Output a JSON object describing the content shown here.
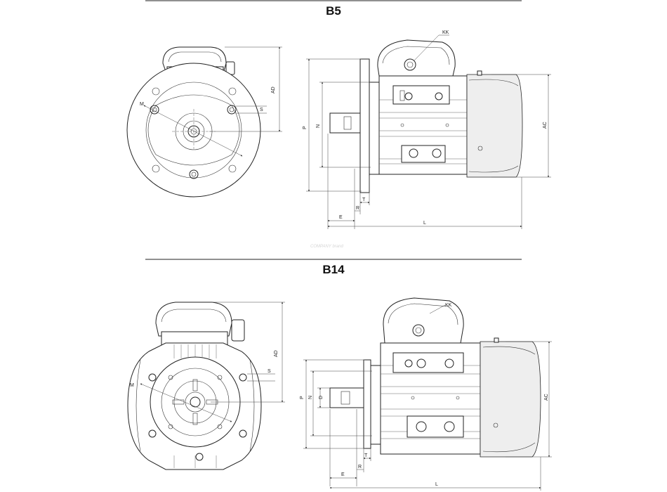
{
  "sections": [
    {
      "title": "B5",
      "front_labels": {
        "AD": "AD",
        "M": "M",
        "S": "S"
      },
      "side_labels": {
        "KK": "KK",
        "P": "P",
        "N": "N",
        "AC": "AC",
        "T": "T",
        "R": "R",
        "E": "E",
        "L": "L"
      }
    },
    {
      "title": "B14",
      "front_labels": {
        "AD": "AD",
        "M": "M",
        "S": "S"
      },
      "side_labels": {
        "KK": "KK",
        "P": "P",
        "N": "N",
        "D": "D",
        "AC": "AC",
        "T": "T",
        "R": "R",
        "E": "E",
        "L": "L"
      }
    }
  ],
  "watermark": "COMPANY brand"
}
